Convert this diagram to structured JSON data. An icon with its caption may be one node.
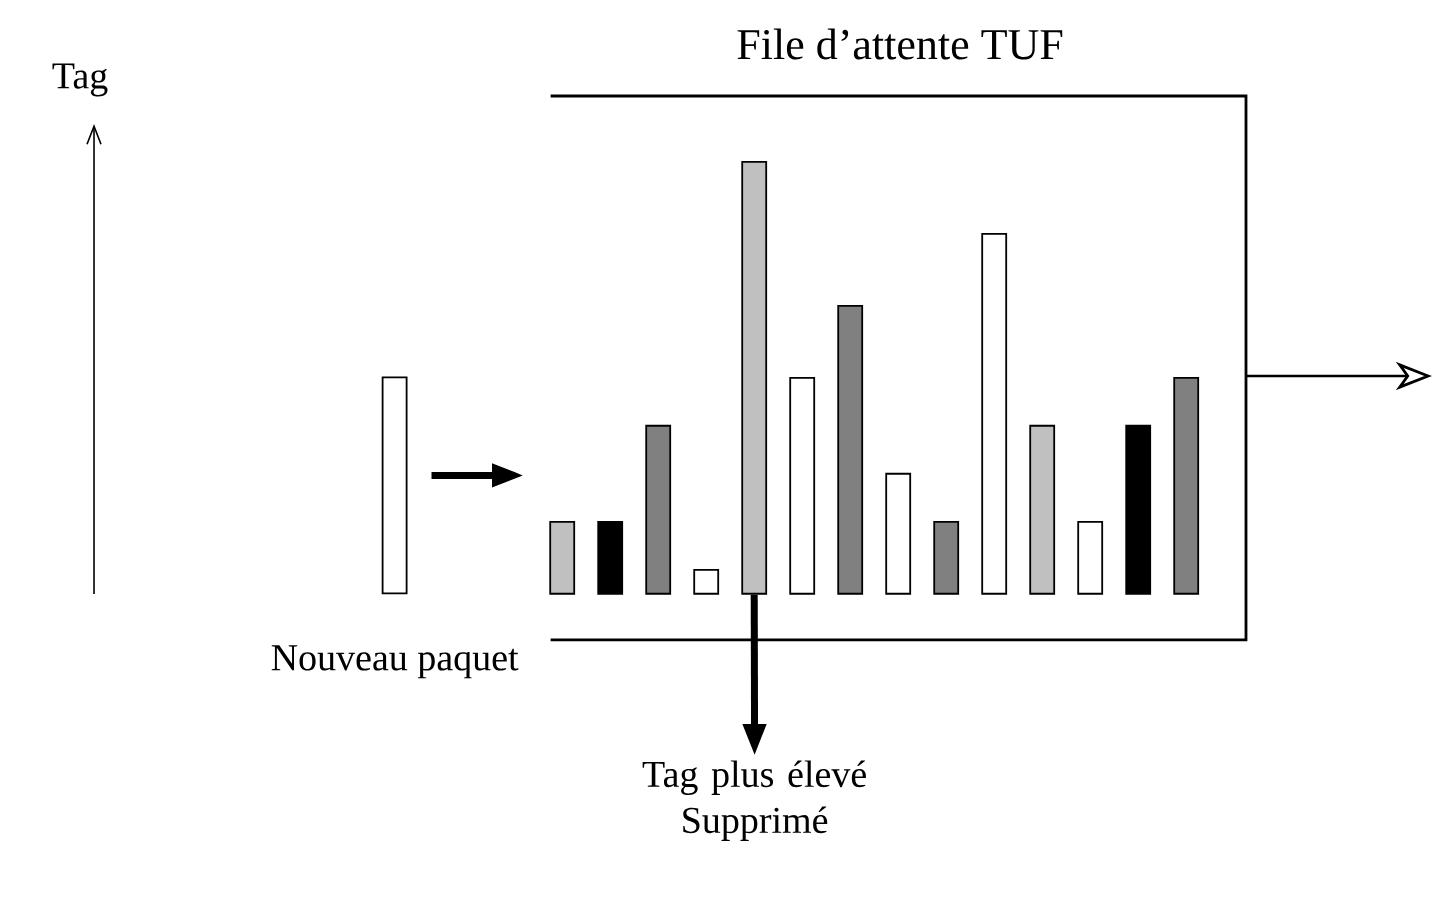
{
  "diagram": {
    "nodes": [
      {
        "text": [
          "File d’attente TUF"
        ]
      },
      {
        "text": [],
        "shape": "bar",
        "beside": [
          "Nouveau paquet"
        ]
      },
      {
        "text": [],
        "shape": "bar",
        "in": 0
      },
      {
        "text": [],
        "shape": "bar",
        "in": 0
      },
      {
        "text": [],
        "shape": "bar",
        "in": 0
      },
      {
        "text": [],
        "shape": "bar",
        "in": 0
      },
      {
        "text": [],
        "shape": "bar",
        "in": 0
      },
      {
        "text": [],
        "shape": "bar",
        "in": 0
      },
      {
        "text": [],
        "shape": "bar",
        "in": 0
      },
      {
        "text": [],
        "shape": "bar",
        "in": 0
      },
      {
        "text": [],
        "shape": "bar",
        "in": 0
      },
      {
        "text": [],
        "shape": "bar",
        "in": 0
      },
      {
        "text": [],
        "shape": "bar",
        "in": 0
      },
      {
        "text": [],
        "shape": "bar",
        "in": 0
      },
      {
        "text": [],
        "shape": "bar",
        "in": 0
      },
      {
        "text": [],
        "shape": "bar",
        "in": 0
      },
      {
        "text": [
          "Tag plus élevé Supprimé"
        ]
      }
    ],
    "edges": [
      {
        "from": 1,
        "to": 0,
        "arrow": "to"
      },
      {
        "from": 0,
        "to": null,
        "arrow": "to"
      },
      {
        "from": 6,
        "to": 16,
        "arrow": "to"
      }
    ],
    "labels": [
      "Tag"
    ]
  }
}
